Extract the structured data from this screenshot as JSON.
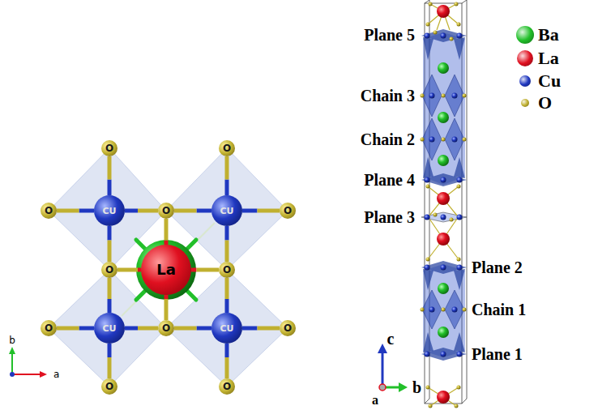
{
  "diagram": {
    "nodes": [
      {
        "text": [
          "O"
        ]
      },
      {
        "text": [
          "O"
        ]
      },
      {
        "text": [
          "O"
        ]
      },
      {
        "text": [
          "CU"
        ]
      },
      {
        "text": [
          "O"
        ]
      },
      {
        "text": [
          "CU"
        ]
      },
      {
        "text": [
          "O"
        ]
      },
      {
        "text": [
          "O"
        ]
      },
      {
        "text": [
          "La"
        ]
      },
      {
        "text": [
          "O"
        ]
      },
      {
        "text": [
          "O"
        ]
      },
      {
        "text": [
          "CU"
        ]
      },
      {
        "text": [
          "O"
        ]
      },
      {
        "text": [
          "CU"
        ]
      },
      {
        "text": [
          "O"
        ]
      },
      {
        "text": [
          "O"
        ]
      },
      {
        "text": [
          "O"
        ]
      }
    ],
    "edges": [
      {
        "from": 3,
        "to": 0,
        "arrow": "none"
      },
      {
        "from": 3,
        "to": 2,
        "arrow": "none"
      },
      {
        "from": 3,
        "to": 4,
        "arrow": "none"
      },
      {
        "from": 3,
        "to": 7,
        "arrow": "none"
      },
      {
        "from": 5,
        "to": 1,
        "arrow": "none"
      },
      {
        "from": 5,
        "to": 4,
        "arrow": "none"
      },
      {
        "from": 5,
        "to": 6,
        "arrow": "none"
      },
      {
        "from": 5,
        "to": 9,
        "arrow": "none"
      },
      {
        "from": 11,
        "to": 7,
        "arrow": "none"
      },
      {
        "from": 11,
        "to": 10,
        "arrow": "none"
      },
      {
        "from": 11,
        "to": 12,
        "arrow": "none"
      },
      {
        "from": 11,
        "to": 15,
        "arrow": "none"
      },
      {
        "from": 13,
        "to": 9,
        "arrow": "none"
      },
      {
        "from": 13,
        "to": 12,
        "arrow": "none"
      },
      {
        "from": 13,
        "to": 14,
        "arrow": "none"
      },
      {
        "from": 13,
        "to": 16,
        "arrow": "none"
      },
      {
        "from": 8,
        "to": 4,
        "arrow": "none"
      },
      {
        "from": 8,
        "to": 7,
        "arrow": "none"
      },
      {
        "from": 8,
        "to": 9,
        "arrow": "none"
      },
      {
        "from": 8,
        "to": 12,
        "arrow": "none"
      }
    ],
    "labels": [
      "Plane 5",
      "Chain 3",
      "Chain 2",
      "Plane 4",
      "Plane 3",
      "Plane 2",
      "Chain 1",
      "Plane 1",
      "b",
      "a",
      "c",
      "a",
      "b"
    ],
    "legend": [
      {
        "text": "Ba",
        "color": "#22c02a"
      },
      {
        "text": "La",
        "color": "#e01020"
      },
      {
        "text": "Cu",
        "color": "#2038c0"
      },
      {
        "text": "O",
        "color": "#c0b030"
      }
    ]
  }
}
